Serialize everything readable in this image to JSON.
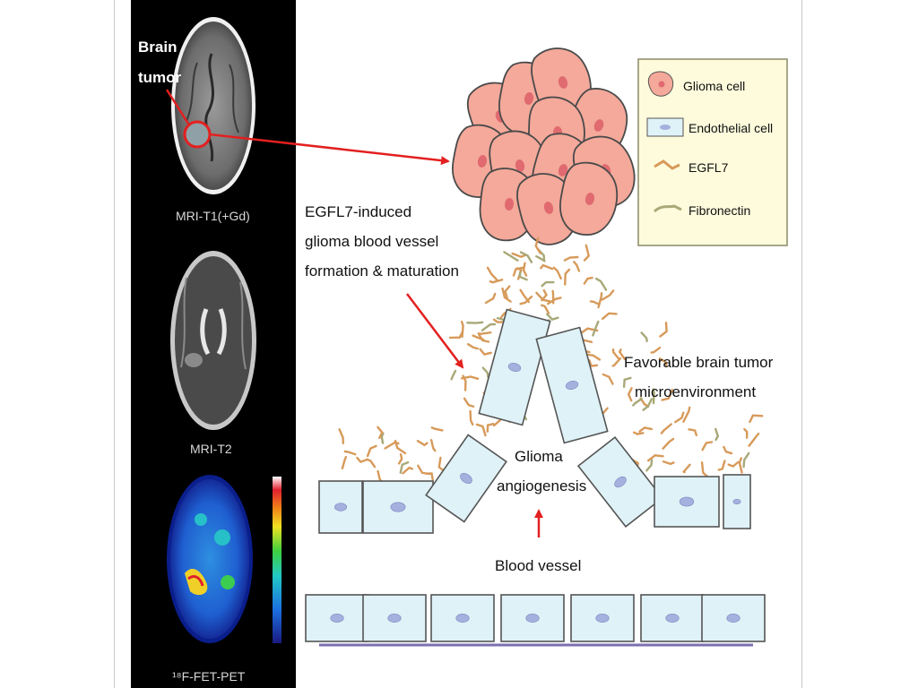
{
  "mri_panel": {
    "brain_tumor_line1": "Brain",
    "brain_tumor_line2": "tumor",
    "label_t1": "MRI-T1(+Gd)",
    "label_t2": "MRI-T2",
    "label_pet": "¹⁸F-FET-PET"
  },
  "legend": {
    "items": [
      {
        "label": "Glioma cell"
      },
      {
        "label": "Endothelial cell"
      },
      {
        "label": "EGFL7"
      },
      {
        "label": "Fibronectin"
      }
    ]
  },
  "annotations": {
    "egfl7_line1": "EGFL7-induced",
    "egfl7_line2": "glioma blood vessel",
    "egfl7_line3": "formation & maturation",
    "favorable_line1": "Favorable brain tumor",
    "favorable_line2": "microenvironment",
    "angio_line1": "Glioma",
    "angio_line2": "angiogenesis",
    "blood_vessel": "Blood vessel"
  },
  "colors": {
    "glioma_fill": "#f4a99a",
    "glioma_nucleus": "#e06a70",
    "endothelial_fill": "#dff2f7",
    "endothelial_nucleus": "#a6b0de",
    "egfl7": "#d79a5a",
    "fibronectin": "#a8a878",
    "legend_bg": "#fdfbdc",
    "arrow": "#e32020",
    "vessel_base": "#7b6fb0"
  }
}
